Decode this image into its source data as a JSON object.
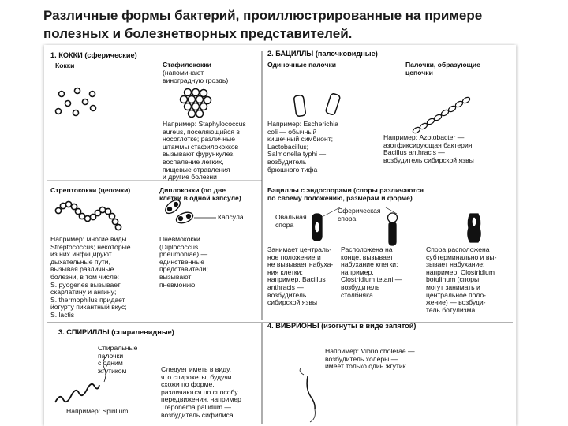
{
  "slide": {
    "title": "Различные формы бактерий, проиллюстрированные на примере полезных и болезнетворных представителей."
  },
  "cocci": {
    "heading": "1. КОККИ (сферические)",
    "kokki_label": "Кокки",
    "staph_label": "Стафилококки",
    "staph_sub": "(напоминают\nвиноградную гроздь)",
    "staph_example": "Например: Staphylococcus\naureus, поселяющийся в\nносоглотке; различные\nштаммы стафилококков\nвызывают фурункулез,\nвоспаление легких,\nпищевые отравления\nи другие болезни",
    "strep_label": "Стрептококки (цепочки)",
    "strep_example": "Например: многие виды\nStreptococcus; некоторые\nиз них инфицируют\nдыхательные пути,\nвызывая различные\nболезни, в том числе:\nS. pyogenes вызывает\nскарлатину и ангину;\nS. thermophilus придает\nйогурту пикантный вкус;\nS. lactis",
    "diplo_label": "Диплококки (по две\nклетки в одной капсуле)",
    "capsule_label": "Капсула",
    "diplo_example": "Пневмококки\n(Diplococcus\npneumoniae) —\nединственные\nпредставители;\nвызывают\nпневмонию"
  },
  "bacilli": {
    "heading": "2. БАЦИЛЛЫ (палочковидные)",
    "single_label": "Одиночные палочки",
    "chain_label": "Палочки, образующие\nцепочки",
    "single_example": "Например: Escherichia\ncoli — обычный\nкишечный симбионт;\nLactobacillus;\nSalmonella typhi —\nвозбудитель\nбрюшного тифа",
    "chain_example": "Например: Azotobacter —\nазотфиксирующая бактерия;\nBacillus anthracis —\nвозбудитель сибирской язвы",
    "spores_label": "Бациллы с эндоспорами (споры различаются\nпо своему положению, размерам и форме)",
    "oval_label": "Овальная\nспора",
    "sphere_label": "Сферическая\nспора",
    "central_text": "Занимает централь-\nное положение и\nне вызывает набуха-\nния клетки;\nнапример, Bacillus\nanthracis —\nвозбудитель\nсибирской язвы",
    "terminal_text": "Расположена на\nконце, вызывает\nнабухание клетки;\nнапример,\nClostridium tetani —\nвозбудитель\nстолбняка",
    "subterminal_text": "Спора расположена\nсубтерминально и вы-\nзывает набухание;\nнапример, Clostridium\nbotulinum (споры\nмогут занимать и\nцентральное поло-\nжение) — возбуди-\nтель ботулизма"
  },
  "spirilla": {
    "heading": "3. СПИРИЛЛЫ (спиралевидные)",
    "label": "Спиральные\nпалочки\nс одним\nжгутиком",
    "example": "Например: Spirillum",
    "note": "Следует иметь в виду,\nчто спирохеты, будучи\nсхожи по форме,\nразличаются по способу\nпередвижения, например\nTreponema pallidum —\nвозбудитель сифилиса"
  },
  "vibrios": {
    "heading": "4. ВИБРИОНЫ (изогнуты в виде запятой)",
    "example": "Например: Vibrio cholerae —\nвозбудитель холеры —\nимеет только один жгутик"
  }
}
